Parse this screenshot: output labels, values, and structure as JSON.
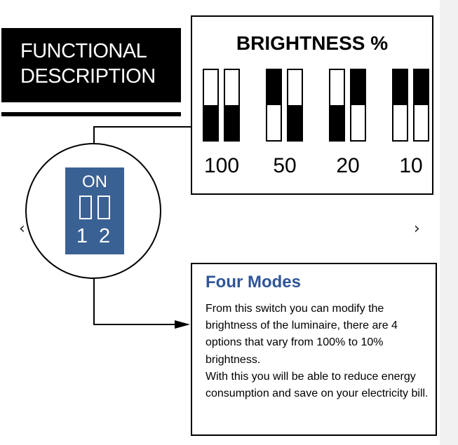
{
  "title": {
    "line1": "FUNCTIONAL",
    "line2": "DESCRIPTION"
  },
  "brightness": {
    "heading": "BRIGHTNESS %",
    "levels": [
      {
        "label": "100",
        "switch1": "off",
        "switch2": "off"
      },
      {
        "label": "50",
        "switch1": "on",
        "switch2": "off"
      },
      {
        "label": "20",
        "switch1": "off",
        "switch2": "on"
      },
      {
        "label": "10",
        "switch1": "on",
        "switch2": "on"
      }
    ]
  },
  "dip_switch": {
    "on_label": "ON",
    "numbers": "1 2",
    "color": "#3a6194"
  },
  "navigation": {
    "prev": "‹",
    "next": "›"
  },
  "modes": {
    "title": "Four Modes",
    "title_color": "#2f5597",
    "paragraph1": "From this switch you can modify the brightness of the luminaire, there are 4 options that vary from 100% to 10% brightness.",
    "paragraph2": "With this you will be able to reduce energy consumption and save on your electricity bill."
  }
}
